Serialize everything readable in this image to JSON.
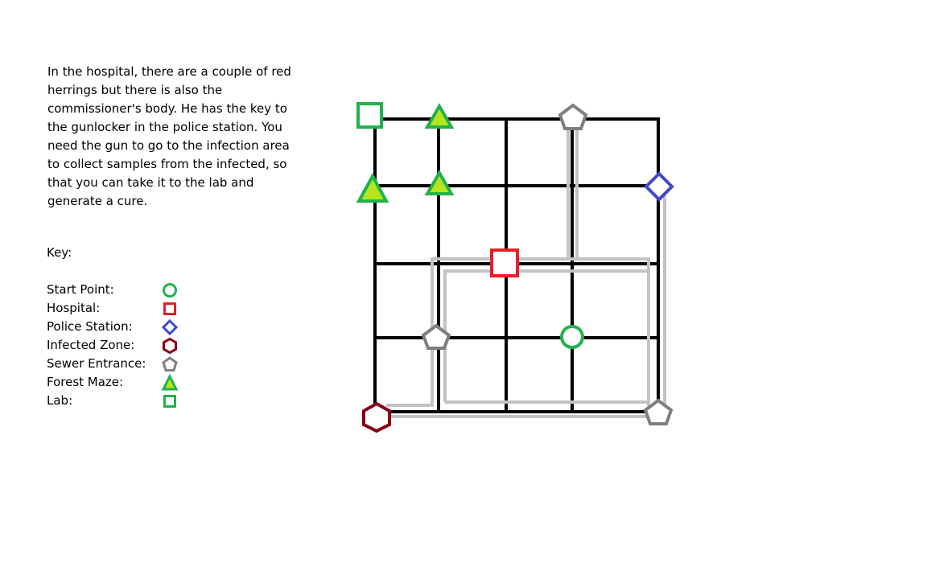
{
  "story": {
    "text": "In the hospital, there are a couple of red herrings but there is also the commissioner's body. He has the key to the gunlocker in the police station. You need the gun to go to the infection area to collect samples from the infected, so that you can take it to the lab and generate a cure."
  },
  "key": {
    "title": "Key:",
    "items": [
      {
        "label": "Start Point:",
        "icon": "circle-icon",
        "color": "#22b14c"
      },
      {
        "label": "Hospital:",
        "icon": "square-icon",
        "color": "#ed1c24"
      },
      {
        "label": "Police Station:",
        "icon": "diamond-icon",
        "color": "#3f48cc"
      },
      {
        "label": "Infected Zone:",
        "icon": "hexagon-icon",
        "color": "#880015"
      },
      {
        "label": "Sewer Entrance:",
        "icon": "pentagon-icon",
        "color": "#7f7f7f"
      },
      {
        "label": "Forest Maze:",
        "icon": "triangle-icon",
        "color": "#22b14c",
        "fill": "#b5e61d"
      },
      {
        "label": "Lab:",
        "icon": "square-icon",
        "color": "#22b14c"
      }
    ]
  },
  "colors": {
    "grid": "#000000",
    "sewer_path": "#c3c3c3",
    "start": "#22b14c",
    "hospital": "#ed1c24",
    "police": "#3f48cc",
    "infected": "#880015",
    "sewer": "#7f7f7f",
    "forest_stroke": "#22b14c",
    "forest_fill": "#b5e61d",
    "lab": "#22b14c"
  }
}
